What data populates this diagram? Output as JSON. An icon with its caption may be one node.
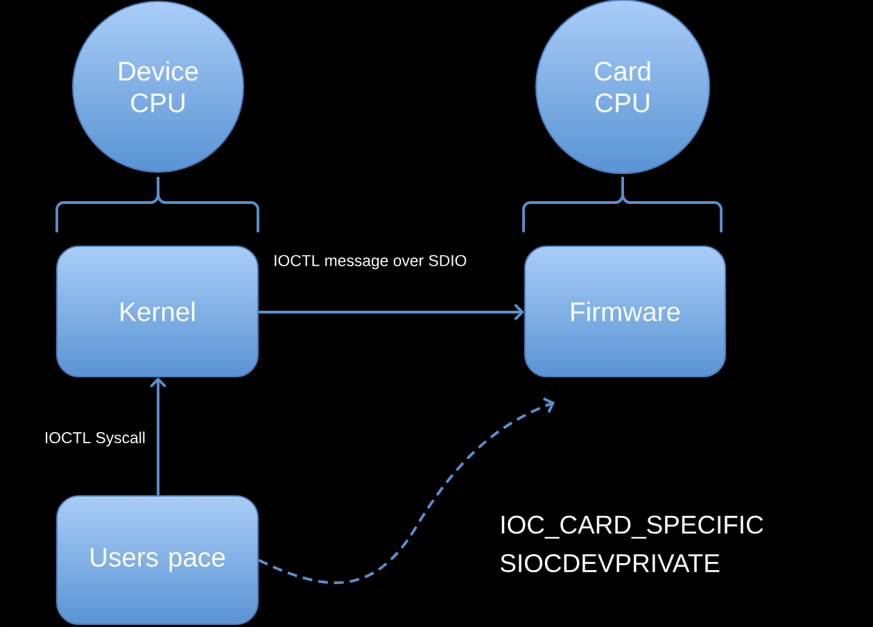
{
  "diagram": {
    "nodes": [
      {
        "text": [
          "Device CPU"
        ]
      },
      {
        "text": [
          "Card CPU"
        ]
      },
      {
        "text": [
          "Kernel"
        ]
      },
      {
        "text": [
          "Firmware"
        ]
      },
      {
        "text": [
          "Users pace"
        ]
      }
    ],
    "edges": [
      {
        "from": 2,
        "to": 3,
        "arrow": "to",
        "label": "IOCTL message over SDIO"
      },
      {
        "from": 4,
        "to": 2,
        "arrow": "to",
        "label": "IOCTL Syscall"
      },
      {
        "from": 4,
        "to": null,
        "arrow": "to",
        "style": "dashed"
      }
    ],
    "labels": [
      "IOC_CARD_SPECIFIC",
      "SIOCDEVPRIVATE"
    ]
  }
}
